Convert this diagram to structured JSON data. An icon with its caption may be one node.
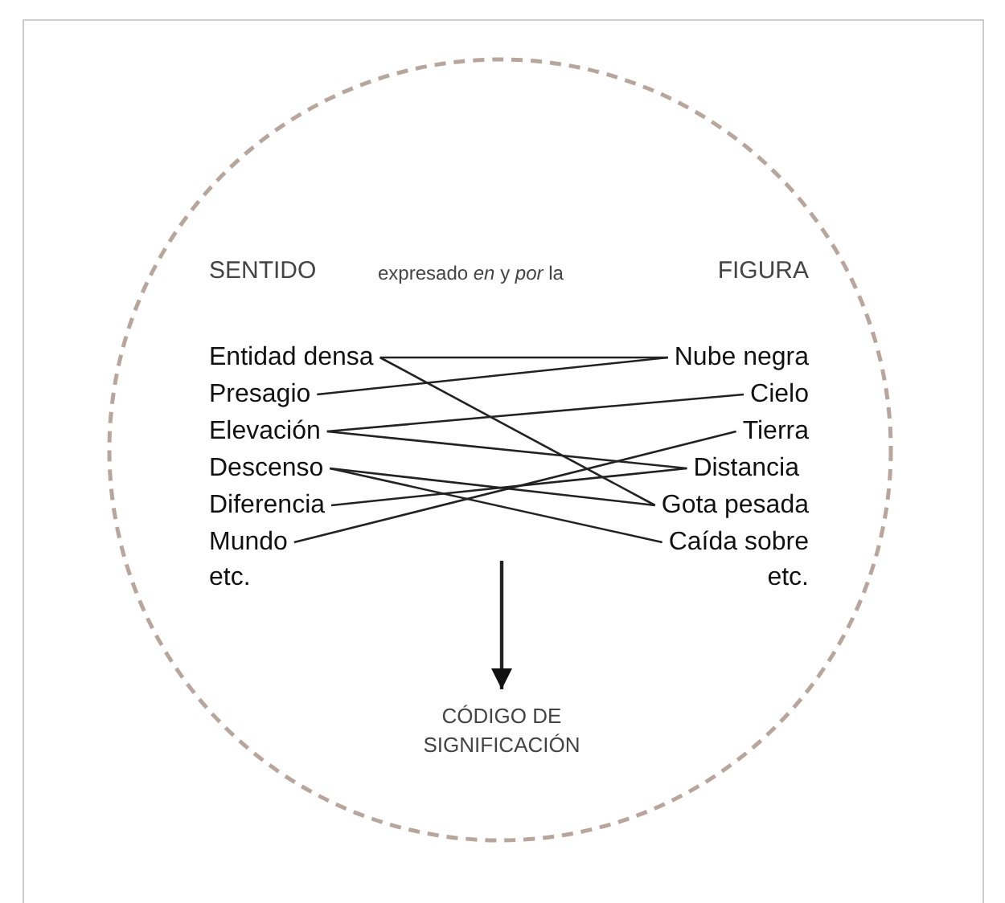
{
  "diagram": {
    "nodes": [
      {
        "text": [],
        "shape": "circle"
      },
      {
        "text": [
          "Entidad densa"
        ],
        "in": 0
      },
      {
        "text": [
          "Presagio"
        ],
        "in": 0
      },
      {
        "text": [
          "Elevación"
        ],
        "in": 0
      },
      {
        "text": [
          "Descenso"
        ],
        "in": 0
      },
      {
        "text": [
          "Diferencia"
        ],
        "in": 0
      },
      {
        "text": [
          "Mundo"
        ],
        "in": 0
      },
      {
        "text": [
          "Nube negra"
        ],
        "in": 0
      },
      {
        "text": [
          "Cielo"
        ],
        "in": 0
      },
      {
        "text": [
          "Tierra"
        ],
        "in": 0
      },
      {
        "text": [
          "Distancia"
        ],
        "in": 0
      },
      {
        "text": [
          "Gota pesada"
        ],
        "in": 0
      },
      {
        "text": [
          "Caída sobre"
        ],
        "in": 0
      },
      {
        "text": [
          "CÓDIGO DE SIGNIFICACIÓN"
        ],
        "in": 0
      }
    ],
    "edges": [
      {
        "from": 1,
        "to": 7,
        "arrow": "none"
      },
      {
        "from": 1,
        "to": 11,
        "arrow": "none"
      },
      {
        "from": 2,
        "to": 7,
        "arrow": "none"
      },
      {
        "from": 3,
        "to": 8,
        "arrow": "none"
      },
      {
        "from": 3,
        "to": 10,
        "arrow": "none"
      },
      {
        "from": 4,
        "to": 11,
        "arrow": "none"
      },
      {
        "from": 4,
        "to": 12,
        "arrow": "none"
      },
      {
        "from": 5,
        "to": 10,
        "arrow": "none"
      },
      {
        "from": 6,
        "to": 9,
        "arrow": "none"
      },
      {
        "from": null,
        "to": 13,
        "arrow": "to"
      }
    ],
    "labels": [
      "SENTIDO",
      "expresado *en* y *por* la",
      "FIGURA",
      "etc.",
      "etc."
    ]
  }
}
